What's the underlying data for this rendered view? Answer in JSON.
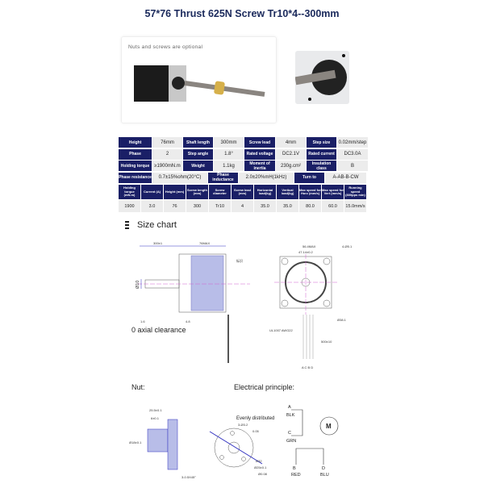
{
  "title": "57*76 Thrust 625N Screw Tr10*4--300mm",
  "photo_caption": "Nuts and screws are optional",
  "spec_table": {
    "rows": [
      [
        {
          "h": "Height"
        },
        {
          "v": "76mm"
        },
        {
          "h": "Shaft length"
        },
        {
          "v": "300mm"
        },
        {
          "h": "Screw lead"
        },
        {
          "v": "4mm"
        },
        {
          "h": "Step size"
        },
        {
          "v": "0.02mm/step"
        }
      ],
      [
        {
          "h": "Phase"
        },
        {
          "v": "2"
        },
        {
          "h": "Step angle"
        },
        {
          "v": "1.8°"
        },
        {
          "h": "Rated voltage"
        },
        {
          "v": "DC2.1V"
        },
        {
          "h": "Rated current"
        },
        {
          "v": "DC3.0A"
        }
      ],
      [
        {
          "h": "Holding torque"
        },
        {
          "v": "≥1900mN.m"
        },
        {
          "h": "Weight"
        },
        {
          "v": "1.1kg"
        },
        {
          "h": "Moment of inertia"
        },
        {
          "v": "230g.cm²"
        },
        {
          "h": "Insulation class"
        },
        {
          "v": "B"
        }
      ],
      [
        {
          "h": "Phase resistance"
        },
        {
          "v": "0.7±15%ohm(20°C)"
        },
        {
          "h": "Phase inductance"
        },
        {
          "v": "2.0±20%mH(1kHz)"
        },
        {
          "h": "Turn to"
        },
        {
          "v": "A-AB-B-CW"
        }
      ]
    ]
  },
  "perf_table": {
    "headers": [
      "Holding torque (mN.m)",
      "Current (A)",
      "Height (mm)",
      "Screw length (mm)",
      "Screw diameter",
      "Screw lead (mm)",
      "Horizontal load(kg)",
      "Vertical load(kg)",
      "Max speed for Horz (mm/s)",
      "Max speed for Vert (mm/s)",
      "Running speed (800pps min)"
    ],
    "values": [
      "1900",
      "3.0",
      "76",
      "300",
      "Tr10",
      "4",
      "35.0",
      "35.0",
      "80.0",
      "60.0",
      "15.0mm/s"
    ]
  },
  "size_chart": {
    "title": "Size chart",
    "clearance": "0 axial clearance",
    "dims": {
      "a": "300±1",
      "b": "76MAX",
      "c": "1.6",
      "d": "4.8",
      "e": "Ø10",
      "f": "56.4MAX",
      "g": "47.14±0.2",
      "h": "4-Ø5.1",
      "i": "Ø38.1",
      "j": "UL1007 AWG22",
      "k": "500±10",
      "l": "标识",
      "m": "A C B D"
    }
  },
  "nut": {
    "title": "Nut:",
    "dims": [
      "25.5±0.1",
      "6±0.1",
      "Ø18±0.1",
      "3-0.5X45°",
      "3-Ø3.2",
      "Evenly distributed",
      "0.05",
      "Ø32",
      "Ø25±0.1",
      "Ø0.08"
    ]
  },
  "electrical": {
    "title": "Electrical principle:",
    "motor": "M",
    "wires": [
      {
        "pin": "A",
        "color": "BLK"
      },
      {
        "pin": "C",
        "color": "GRN"
      },
      {
        "pin": "B",
        "color": "RED"
      },
      {
        "pin": "D",
        "color": "BLU"
      }
    ]
  },
  "colors": {
    "header": "#1a1f66",
    "title": "#1b2a5c",
    "dim": "#3030c0"
  }
}
